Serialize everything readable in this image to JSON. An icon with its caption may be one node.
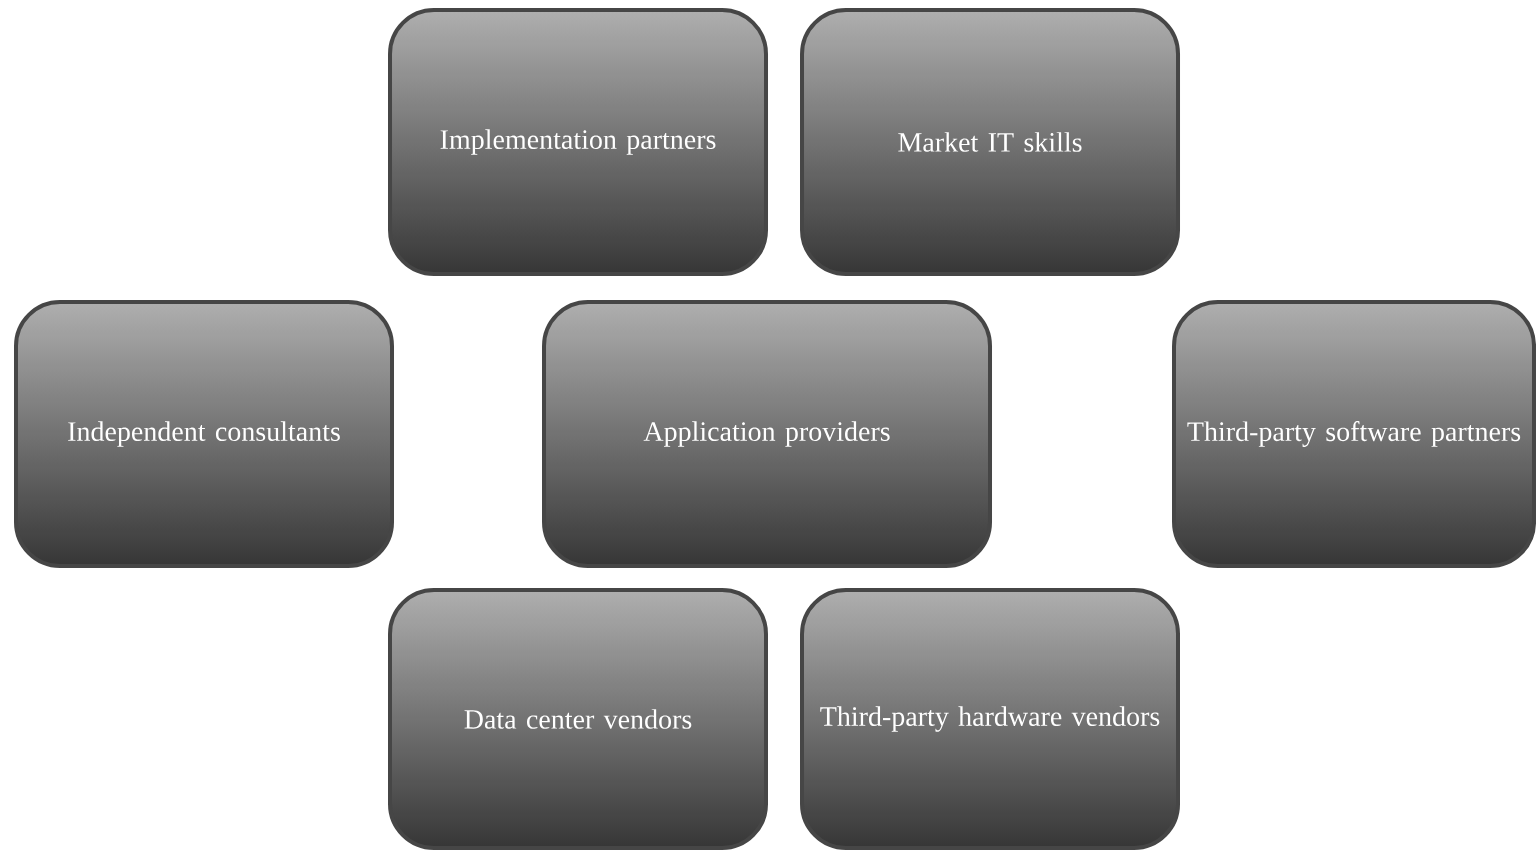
{
  "diagram": {
    "nodes": [
      {
        "text": [
          "Implementation partners"
        ]
      },
      {
        "text": [
          "Market IT skills"
        ]
      },
      {
        "text": [
          "Independent consultants"
        ]
      },
      {
        "text": [
          "Application providers"
        ]
      },
      {
        "text": [
          "Third-party software partners"
        ]
      },
      {
        "text": [
          "Data center vendors"
        ]
      },
      {
        "text": [
          "Third-party hardware vendors"
        ]
      }
    ]
  }
}
